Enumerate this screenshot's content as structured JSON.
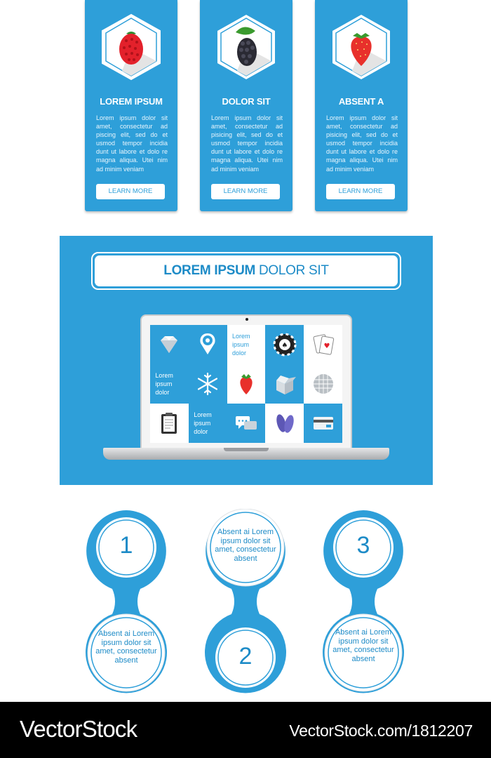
{
  "cards": [
    {
      "title": "LOREM IPSUM",
      "icon": "raspberry-icon",
      "body": "Lorem ipsum dolor sit amet, consectetur ad piscing elit, sed do et usmod tempor incidia dunt ut labore et dolo re magna aliqua. Utei nim ad minim veniam",
      "button": "LEARN MORE"
    },
    {
      "title": "DOLOR SIT",
      "icon": "blackberry-icon",
      "body": "Lorem ipsum dolor sit amet, consectetur ad pisicing elit, sed do et usmod tempor incidia dunt ut labore et dolo re magna aliqua. Utei nim ad minim veniam",
      "button": "LEARN MORE"
    },
    {
      "title": "ABSENT A",
      "icon": "strawberry-icon",
      "body": "Lorem ipsum dolor sit amet, consectetur ad pisicing elit, sed do et usmod tempor incidia dunt ut labore et dolo re magna aliqua. Utei nim ad minim veniam",
      "button": "LEARN MORE"
    }
  ],
  "banner": {
    "title_bold": "LOREM IPSUM",
    "title_light": "DOLOR SIT",
    "tiles": {
      "text1": "Lorem ipsum dolor",
      "text2": "Lorem ipsum dolor",
      "text3": "Lorem ipsum dolor"
    }
  },
  "steps": [
    {
      "number": "1",
      "text": "Absent ai Lorem ipsum dolor sit amet, consectetur absent"
    },
    {
      "number": "2",
      "text": "Absent ai Lorem ipsum dolor sit amet, consectetur absent"
    },
    {
      "number": "3",
      "text": "Absent ai Lorem ipsum dolor sit amet, consectetur absent"
    }
  ],
  "footer": {
    "logo": "VectorStock",
    "url": "VectorStock.com/1812207"
  },
  "colors": {
    "accent": "#2e9fd9",
    "accent_dark": "#1d8bc7",
    "footer": "#000000"
  }
}
